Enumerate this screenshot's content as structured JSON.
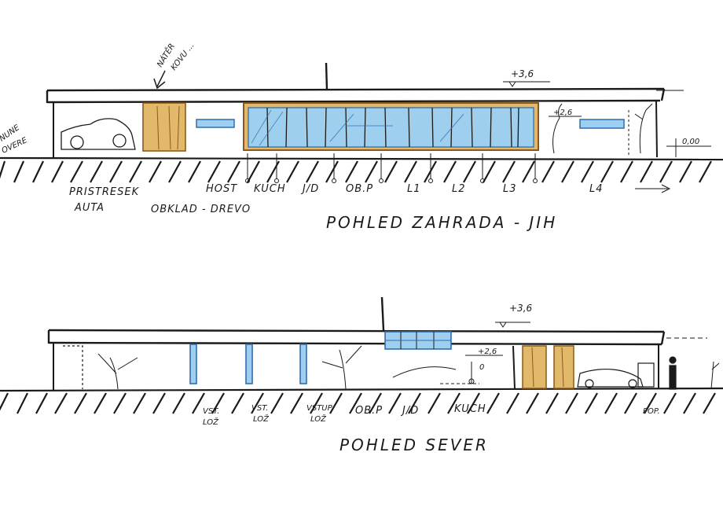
{
  "elevation_west": {
    "title": "POHLED ZAHRADA - JIH",
    "height_mark": "+3,6",
    "interior_mark": "+2,6",
    "ground_mark": "0,00",
    "roof_note_line1": "NÁTĚR",
    "roof_note_line2": "KOVU ...",
    "left_note_line1": "NUNE",
    "left_note_line2": "OVERE",
    "labels": {
      "carport_line1": "PRISTRESEK",
      "carport_line2": "AUTA",
      "cladding": "OBKLAD - DREVO",
      "host": "HOST",
      "kitchen": "KUCH",
      "living": "J/D",
      "ob_p": "OB.P",
      "l1": "L1",
      "l2": "L2",
      "l3": "L3",
      "l4": "L4"
    }
  },
  "elevation_north": {
    "title": "POHLED SEVER",
    "height_mark": "+3,6",
    "interior_mark": "+2,6",
    "ground_mark": "0",
    "labels": {
      "entry1_line1": "VST.",
      "entry1_line2": "LOŽ",
      "entry2_line1": "VST.",
      "entry2_line2": "LOŽ",
      "entry3_line1": "VSTUP",
      "entry3_line2": "LOŽ",
      "ob_p": "OB.P",
      "living": "J/D",
      "kitchen": "KUCH",
      "pop": "POP."
    }
  },
  "colors": {
    "ink": "#1a1a1a",
    "glass": "#9ecfee",
    "glass_stroke": "#2f6fb0",
    "wood": "#e2b96b",
    "wood_stroke": "#8a5a1c"
  }
}
